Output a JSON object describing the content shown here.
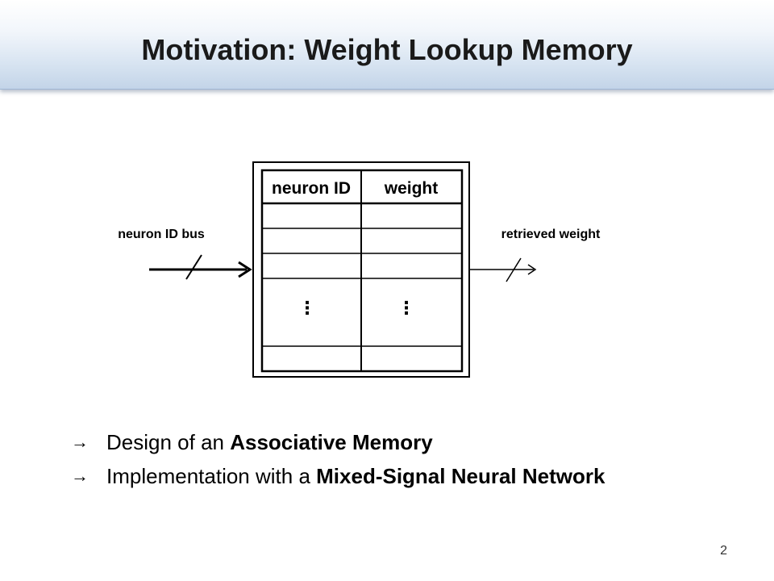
{
  "slide": {
    "title": "Motivation: Weight Lookup Memory",
    "page_number": "2"
  },
  "diagram": {
    "input_label": "neuron ID bus",
    "output_label": "retrieved weight",
    "table": {
      "header": [
        "neuron ID",
        "weight"
      ],
      "ellipsis": "⋮"
    }
  },
  "bullets": [
    {
      "arrow": "→",
      "prefix": "Design of an ",
      "bold": "Associative Memory"
    },
    {
      "arrow": "→",
      "prefix": "Implementation with a ",
      "bold": "Mixed-Signal Neural Network"
    }
  ]
}
